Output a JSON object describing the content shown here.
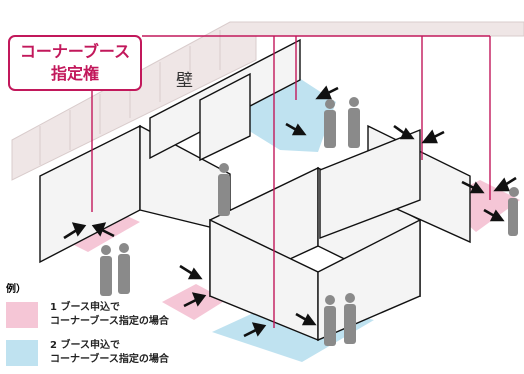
{
  "callout": {
    "line1": "コーナーブース",
    "line2": "指定権"
  },
  "wall_label": "壁",
  "legend": {
    "title": "例）",
    "items": [
      {
        "line1": "1 ブース申込で",
        "line2": "コーナーブース指定の場合",
        "color": "#f5c6d6"
      },
      {
        "line1": "2 ブース申込で",
        "line2": "コーナーブース指定の場合",
        "color": "#bfe2f0"
      }
    ]
  },
  "colors": {
    "accent": "#c2185b",
    "pink": "#f5c6d6",
    "blue": "#bfe2f0",
    "arrow": "#111111",
    "person": "#8a8a8a"
  }
}
